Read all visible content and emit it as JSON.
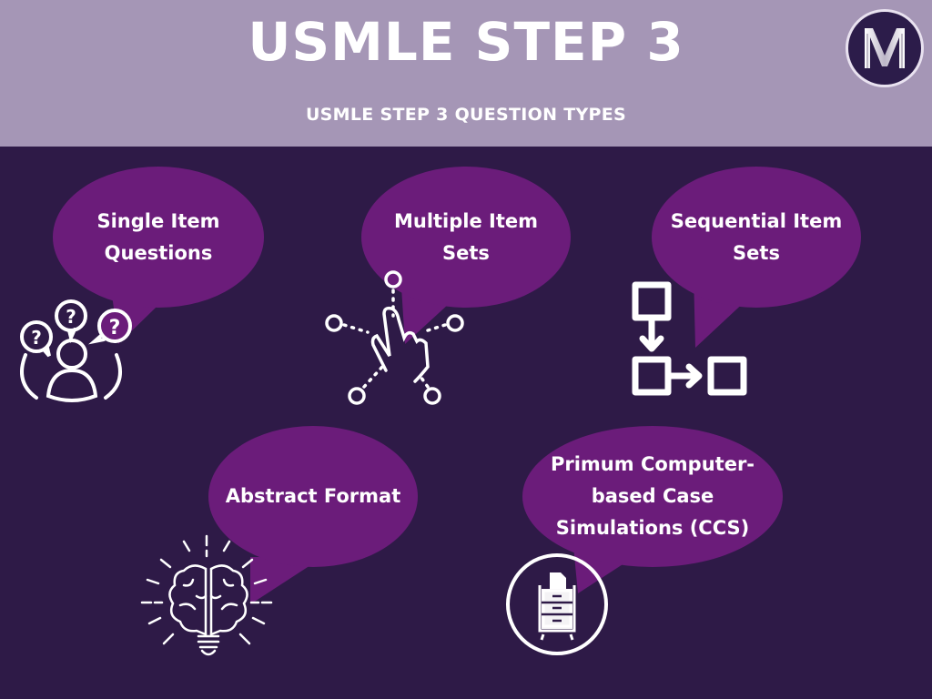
{
  "header": {
    "title": "USMLE STEP 3",
    "subtitle": "USMLE STEP 3 QUESTION TYPES",
    "logo_letter": "M",
    "logo_icon": "m-monogram-logo"
  },
  "colors": {
    "header_bg": "#a596b6",
    "body_bg": "#2e1a47",
    "bubble_bg": "#6b1c7a",
    "text": "#ffffff",
    "logo_bg": "#2c1c4a"
  },
  "question_types": [
    {
      "label_lines": [
        "Single Item",
        "Questions"
      ],
      "icon": "person-with-questions-icon"
    },
    {
      "label_lines": [
        "Multiple Item",
        "Sets"
      ],
      "icon": "hand-tap-network-icon"
    },
    {
      "label_lines": [
        "Sequential Item",
        "Sets"
      ],
      "icon": "flowchart-sequence-icon"
    },
    {
      "label_lines": [
        "Abstract Format"
      ],
      "icon": "brain-lightbulb-icon"
    },
    {
      "label_lines": [
        "Primum Computer-",
        "based Case",
        "Simulations (CCS)"
      ],
      "icon": "filing-cabinet-icon"
    }
  ]
}
